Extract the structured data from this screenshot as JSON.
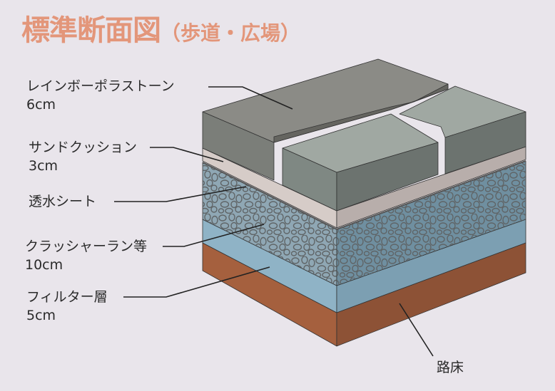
{
  "title": {
    "main": "標準断面図",
    "sub": "（歩道・広場）"
  },
  "layers": [
    {
      "name": "レインボーポラストーン",
      "thickness": "6cm"
    },
    {
      "name": "サンドクッション",
      "thickness": "3cm"
    },
    {
      "name": "透水シート"
    },
    {
      "name": "クラッシャーラン等",
      "thickness": "10cm"
    },
    {
      "name": "フィルター層",
      "thickness": "5cm"
    },
    {
      "name": "路床"
    }
  ],
  "colors": {
    "title": "#e3967a",
    "background": "#e9e5eb",
    "paver_top": "#a0a8a2",
    "slab_top": "#8b8b86",
    "sand": "#d6ccc8",
    "crushed": "#8fa7b4",
    "filter": "#8fb3c6",
    "subgrade": "#a5603e"
  }
}
